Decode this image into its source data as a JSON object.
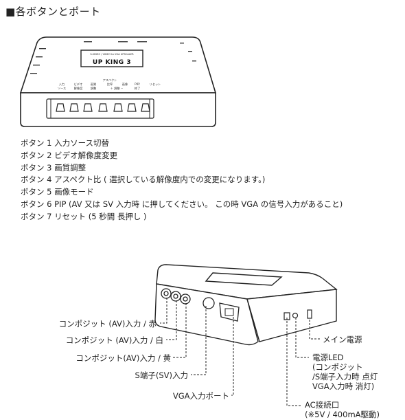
{
  "heading": "■各ボタンとポート",
  "device_top": {
    "logo_subtitle": "S-VIDEO / VIDEO to VGA UPSCALER",
    "logo_name": "UP KING 3",
    "button_labels": [
      "入力\nソース",
      "ビデオ\n解像度",
      "画質\n調整",
      "アスペクト\n比率\n＋ 調整 −",
      "画像\nモード",
      "PIP/\n終了",
      "リセット"
    ]
  },
  "buttons": [
    "ボタン 1 入力ソース切替",
    "ボタン 2 ビデオ解像度変更",
    "ボタン 3 画質調整",
    "ボタン 4 アスペクト比 ( 選択している解像度内での変更になります。)",
    "ボタン 5 画像モード",
    "ボタン 6 PIP (AV 又は SV 入力時 に押してください。 この時 VGA の信号入力があること)",
    "ボタン 7 リセット (5 秒間 長押し )"
  ],
  "ports_left": [
    "コンポジット (AV)入力 / 赤",
    "コンポジット (AV)入力 / 白",
    "コンポジット(AV)入力 / 黄",
    "S端子(SV)入力",
    "VGA入力ポート"
  ],
  "ports_right": {
    "main_power": "メイン電源",
    "power_led": [
      "電源LED",
      "(コンポジット",
      "/S端子入力時 点灯",
      "VGA入力時 消灯)"
    ],
    "ac_port": [
      "AC接続口",
      "(※5V / 400mA駆動)"
    ]
  }
}
